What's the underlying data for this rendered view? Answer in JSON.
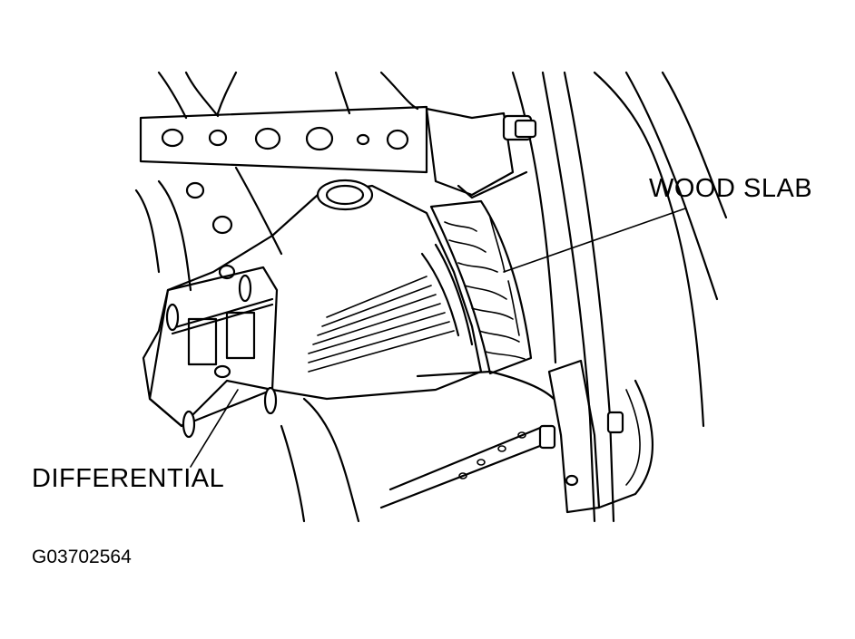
{
  "labels": {
    "wood_slab": "WOOD SLAB",
    "differential": "DIFFERENTIAL"
  },
  "figure_id": "G03702564"
}
